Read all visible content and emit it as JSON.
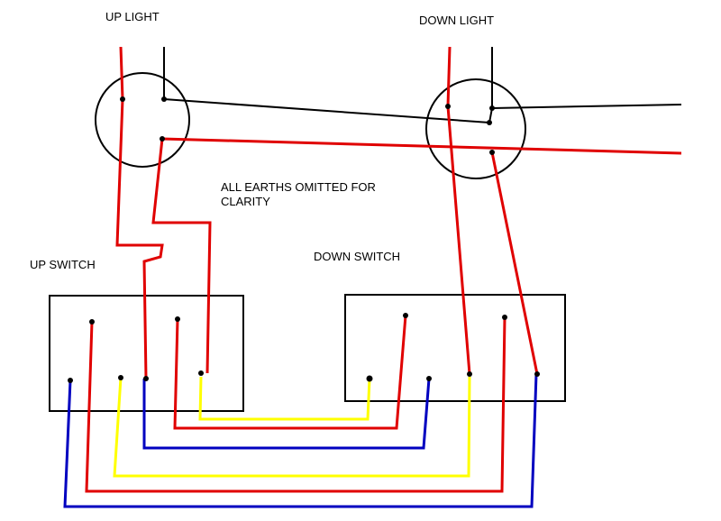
{
  "labels": {
    "up_light": "UP LIGHT",
    "down_light": "DOWN LIGHT",
    "note_line1": "ALL EARTHS OMITTED FOR",
    "note_line2": "CLARITY",
    "up_switch": "UP SWITCH",
    "down_switch": "DOWN SWITCH"
  },
  "colors": {
    "black_wire": "#000000",
    "red_wire": "#e00000",
    "yellow_wire": "#ffff00",
    "blue_wire": "#0000c0",
    "outline": "#000000",
    "background": "#ffffff"
  }
}
